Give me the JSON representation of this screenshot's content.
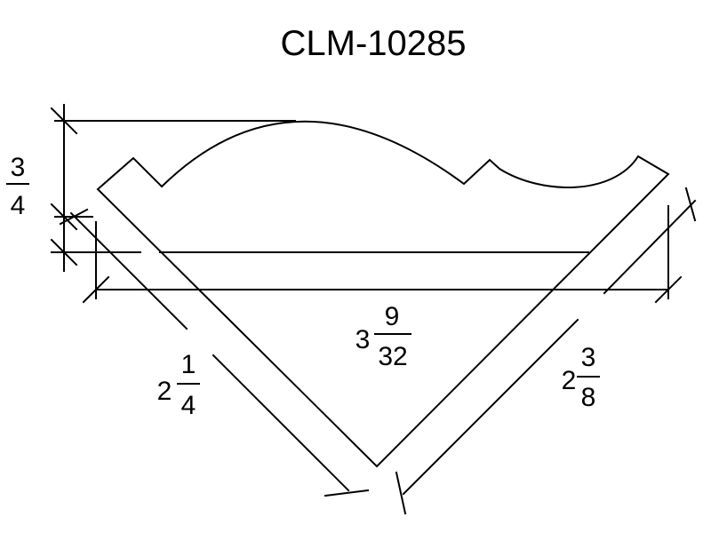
{
  "title": "CLM-10285",
  "dimensions": {
    "thickness": {
      "whole": "",
      "numerator": "3",
      "denominator": "4"
    },
    "width": {
      "whole": "3",
      "numerator": "9",
      "denominator": "32"
    },
    "left_leg": {
      "whole": "2",
      "numerator": "1",
      "denominator": "4"
    },
    "right_leg": {
      "whole": "2",
      "numerator": "3",
      "denominator": "8"
    }
  },
  "colors": {
    "ink": "#000000",
    "background": "#ffffff"
  }
}
